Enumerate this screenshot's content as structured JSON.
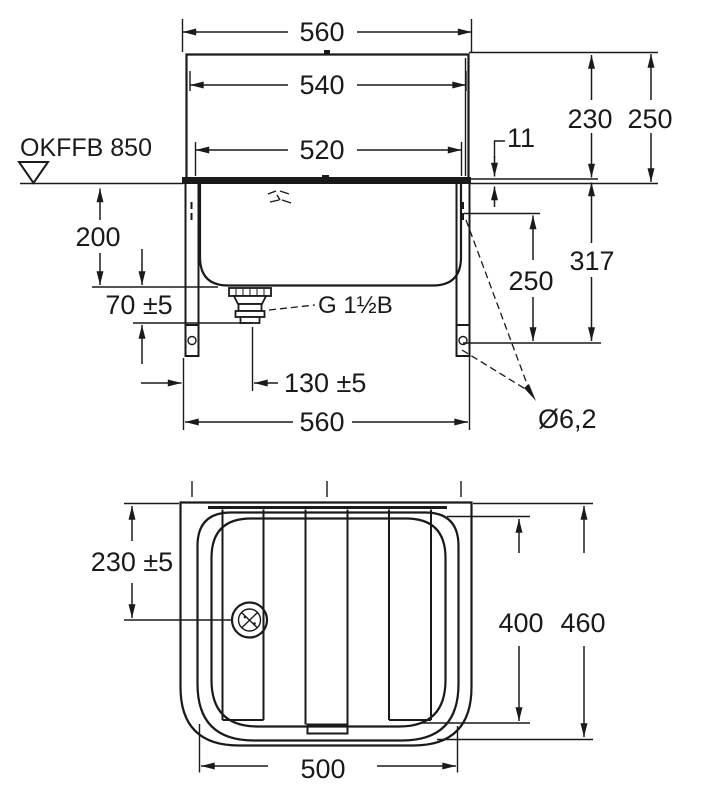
{
  "front_view": {
    "datum_label": "OKFFB 850",
    "width_top": "560",
    "width_panel": "540",
    "width_basin": "520",
    "height_hole_top": "230",
    "height_panel": "250",
    "rim_height": "11",
    "depth_basin": "200",
    "trap_clearance": "70 ±5",
    "drain_thread": "G 1½B",
    "drain_offset": "130 ±5",
    "width_overall": "560",
    "hole_spacing": "250",
    "rim_to_bottom_hole": "317",
    "hole_diameter": "Ø6,2"
  },
  "plan_view": {
    "drain_from_side": "230 ±5",
    "depth_inner": "400",
    "depth_overall": "460",
    "width_front": "500"
  }
}
